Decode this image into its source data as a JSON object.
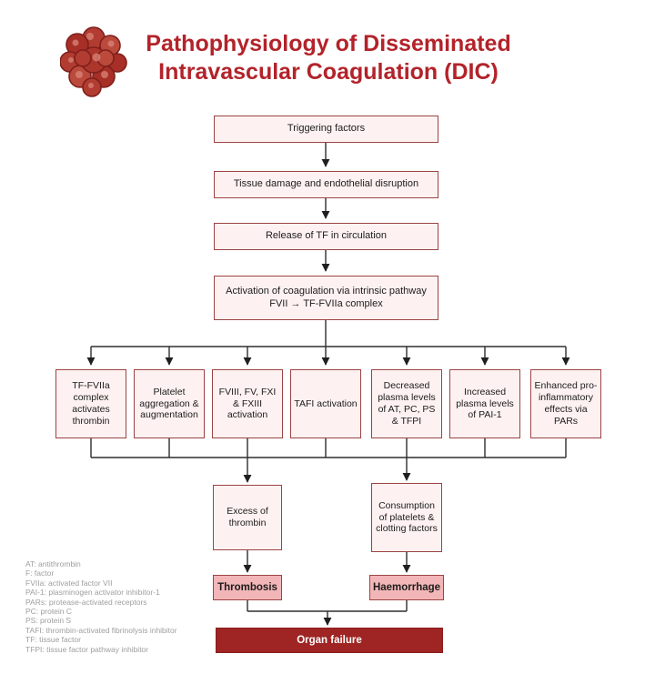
{
  "header": {
    "logo_icon": "red-blood-cell-cluster-icon",
    "title_lines": [
      "Pathophysiology of Disseminated",
      "Intravascular Coagulation (DIC)"
    ]
  },
  "flowchart": {
    "top_chain": [
      {
        "label": "Triggering factors"
      },
      {
        "label": "Tissue damage and endothelial disruption"
      },
      {
        "label": "Release of TF in circulation"
      },
      {
        "label": "Activation of coagulation via intrinsic pathway FVII → TF-FVIIa complex"
      }
    ],
    "branch_row": [
      {
        "label": "TF-FVIIa complex activates thrombin"
      },
      {
        "label": "Platelet aggregation & augmentation"
      },
      {
        "label": "FVIII, FV, FXI & FXIII activation"
      },
      {
        "label": "TAFI activation"
      },
      {
        "label": "Decreased plasma levels of AT, PC, PS & TFPI"
      },
      {
        "label": "Increased plasma levels of PAI-1"
      },
      {
        "label": "Enhanced pro-inflammatory effects via PARs"
      }
    ],
    "intermediate": [
      {
        "label": "Excess of thrombin"
      },
      {
        "label": "Consumption of platelets & clotting factors"
      }
    ],
    "outcomes": [
      {
        "label": "Thrombosis"
      },
      {
        "label": "Haemorrhage"
      }
    ],
    "final": {
      "label": "Organ failure"
    }
  },
  "legend": {
    "items": [
      "AT: antithrombin",
      "F: factor",
      "FVIIa: activated factor VII",
      "PAI-1: plasminogen activator inhibitor-1",
      "PARs: protease-activated receptors",
      "PC: protein C",
      "PS: protein S",
      "TAFI: thrombin-activated fibrinolysis inhibitor",
      "TF: tissue factor",
      "TFPI: tissue factor pathway inhibitor"
    ]
  },
  "colors": {
    "title_red": "#b3232a",
    "node_border": "#9c4343",
    "node_fill": "#fdf2f1",
    "outcome_fill": "#f3b6b8",
    "final_fill": "#9e2524",
    "final_text": "#ffffff",
    "connector": "#2e2e2e",
    "legend_text": "#9e9e9e"
  }
}
